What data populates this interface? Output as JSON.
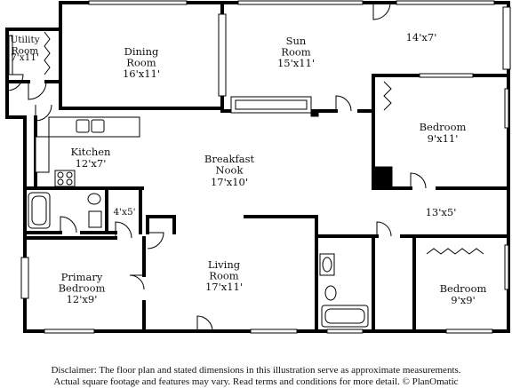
{
  "rooms": {
    "utility": {
      "name": "Utility Room",
      "dims": "7'x11'"
    },
    "dining": {
      "name": "Dining Room",
      "dims": "16'x11'"
    },
    "sun": {
      "name": "Sun Room",
      "dims": "15'x11'"
    },
    "sun_extension": {
      "dims": "14'x7'"
    },
    "kitchen": {
      "name": "Kitchen",
      "dims": "12'x7'"
    },
    "breakfast_nook": {
      "name": "Breakfast Nook",
      "dims": "17'x10'"
    },
    "bedroom_upper_right": {
      "name": "Bedroom",
      "dims": "9'x11'"
    },
    "closet": {
      "dims": "4'x5'"
    },
    "hallway": {
      "dims": "13'x5'"
    },
    "primary_bedroom": {
      "name": "Primary Bedroom",
      "dims": "12'x9'"
    },
    "living": {
      "name": "Living Room",
      "dims": "17'x11'"
    },
    "bedroom_lower_right": {
      "name": "Bedroom",
      "dims": "9'x9'"
    }
  },
  "disclaimer": {
    "line1": "Disclaimer: The floor plan and stated dimensions in this illustration serve as approximate measurements.",
    "line2": "Actual square footage and features may vary. Read terms and conditions for more detail. © PlanOmatic"
  }
}
